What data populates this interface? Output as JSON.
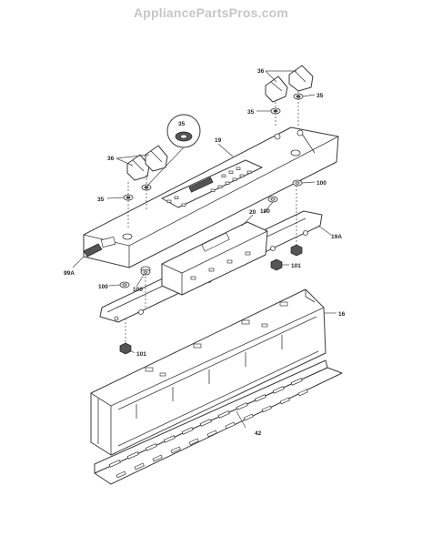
{
  "watermark": "AppliancePartsPros.com",
  "callouts": {
    "c36_right": "36",
    "c35_right_a": "35",
    "c35_right_b": "35",
    "c35_circle": "35",
    "c19": "19",
    "c36_left": "36",
    "c35_left": "35",
    "c100_right": "100",
    "c20": "20",
    "c100_mid": "100",
    "c19a": "19A",
    "c99a": "99A",
    "c101_right": "101",
    "c100_left_a": "100",
    "c100_left_b": "100",
    "c16": "16",
    "c101_left": "101",
    "c42": "42"
  },
  "colors": {
    "line": "#3a3a3a",
    "watermark": "#c6c6c6",
    "background": "#ffffff"
  }
}
